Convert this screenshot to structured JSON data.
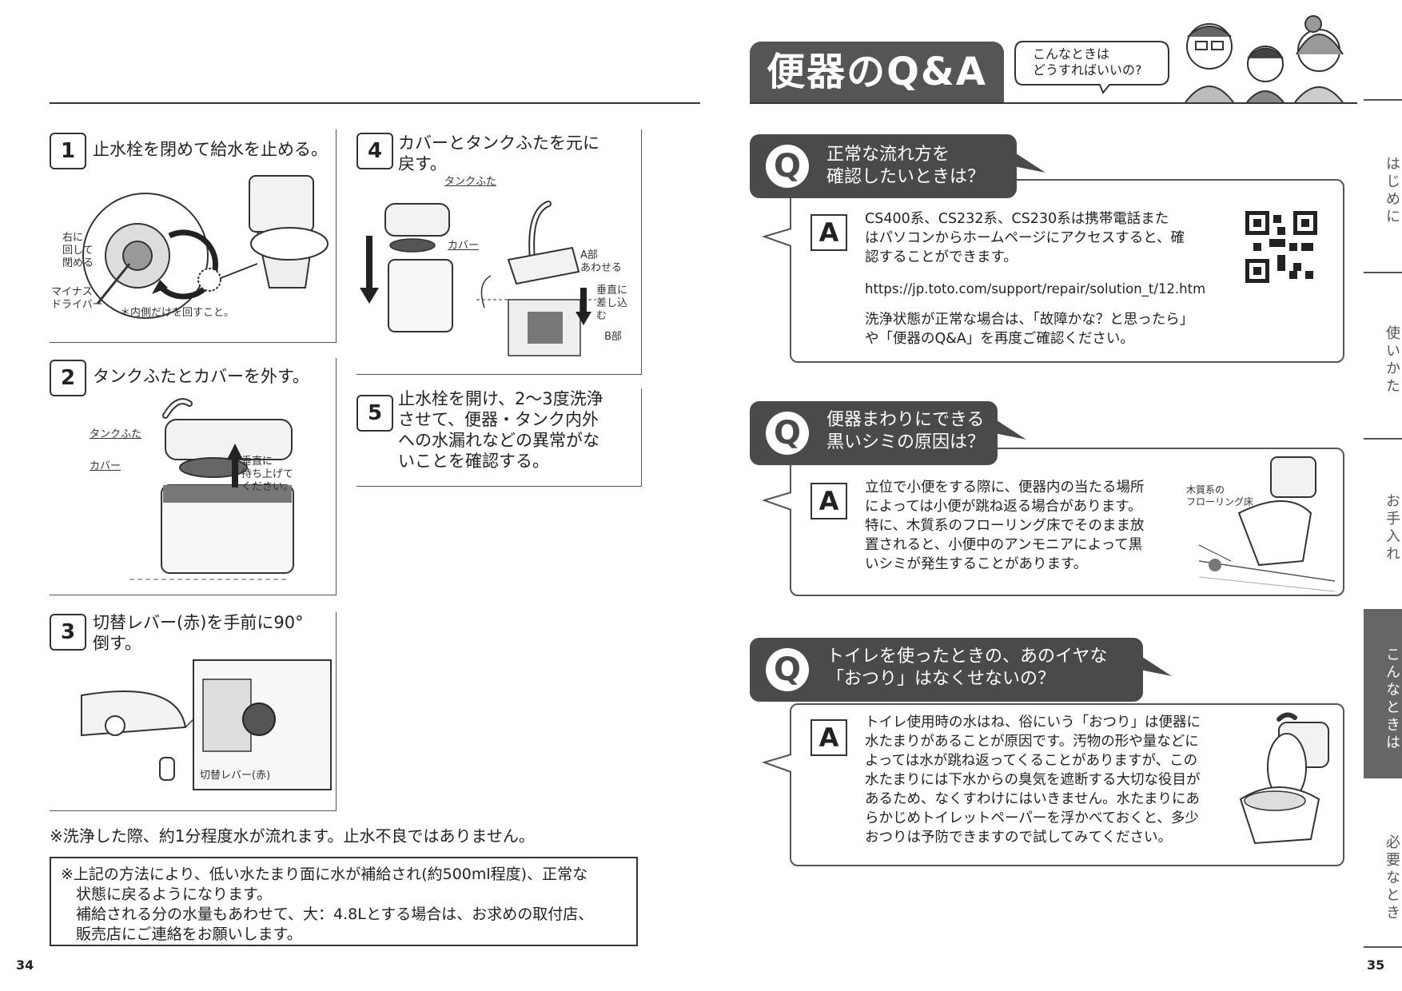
{
  "left_page": {
    "steps": [
      {
        "num": "1",
        "text": "止水栓を閉めて給水を止める。",
        "labels": {
          "turn_right": "右に\n回して\n閉める",
          "screwdriver": "マイナス\nドライバー",
          "inner_only": "＊内側だけを回すこと。"
        }
      },
      {
        "num": "2",
        "text": "タンクふたとカバーを外す。",
        "labels": {
          "tank_lid": "タンクふた",
          "cover": "カバー",
          "lift": "垂直に\n持ち上げて\nください。"
        }
      },
      {
        "num": "3",
        "text": "切替レバー(赤)を手前に90°\n倒す。",
        "labels": {
          "lever": "切替レバー(赤)"
        }
      },
      {
        "num": "4",
        "text": "カバーとタンクふたを元に\n戻す。",
        "labels": {
          "tank_lid": "タンクふた",
          "cover": "カバー",
          "part_a": "A部\nあわせる",
          "insert": "垂直に\n差し込\nむ",
          "part_b": "B部"
        }
      },
      {
        "num": "5",
        "text": "止水栓を開け、2～3度洗浄\nさせて、便器・タンク内外\nへの水漏れなどの異常がな\nいことを確認する。"
      }
    ],
    "note": "※洗浄した際、約1分程度水が流れます。止水不良ではありません。",
    "notebox": "※上記の方法により、低い水たまり面に水が補給され(約500ml程度)、正常な\n　状態に戻るようになります。\n　補給される分の水量もあわせて、大：4.8Lとする場合は、お求めの取付店、\n　販売店にご連絡をお願いします。",
    "page_number": "34"
  },
  "right_page": {
    "title": "便器のQ&A",
    "bubble": "こんなときは\nどうすればいいの?",
    "qas": [
      {
        "q": "正常な流れ方を\n確認したいときは？",
        "a": "CS400系、CS232系、CS230系は携帯電話また\nはパソコンからホームページにアクセスすると、確\n認することができます。",
        "url": "https://jp.toto.com/support/repair/solution_t/12.htm",
        "a2": "洗浄状態が正常な場合は、「故障かな？と思ったら」\nや「便器のQ&A」を再度ご確認ください。"
      },
      {
        "q": "便器まわりにできる\n黒いシミの原因は？",
        "a": "立位で小便をする際に、便器内の当たる場所\nによっては小便が跳ね返る場合があります。\n特に、木質系のフローリング床でそのまま放\n置されると、小便中のアンモニアによって黒\nいシミが発生することがあります。",
        "fig_label": "木質系の\nフローリング床"
      },
      {
        "q": "トイレを使ったときの、あのイヤな\n「おつり」はなくせないの？",
        "a": "トイレ使用時の水はね、俗にいう「おつり」は便器に\n水たまりがあることが原因です。汚物の形や量などに\nよっては水が跳ね返ってくることがありますが、この\n水たまりには下水からの臭気を遮断する大切な役目が\nあるため、なくすわけにはいきません。水たまりにあ\nらかじめトイレットペーパーを浮かべておくと、多少\nおつりは予防できますので試してみてください。"
      }
    ],
    "q_letter": "Q",
    "a_letter": "A",
    "sidebar": [
      {
        "label": "はじめに",
        "active": false
      },
      {
        "label": "使いかた",
        "active": false
      },
      {
        "label": "お手入れ",
        "active": false
      },
      {
        "label": "こんなときは",
        "active": true
      },
      {
        "label": "必要なとき",
        "active": false
      }
    ],
    "page_number": "35"
  }
}
